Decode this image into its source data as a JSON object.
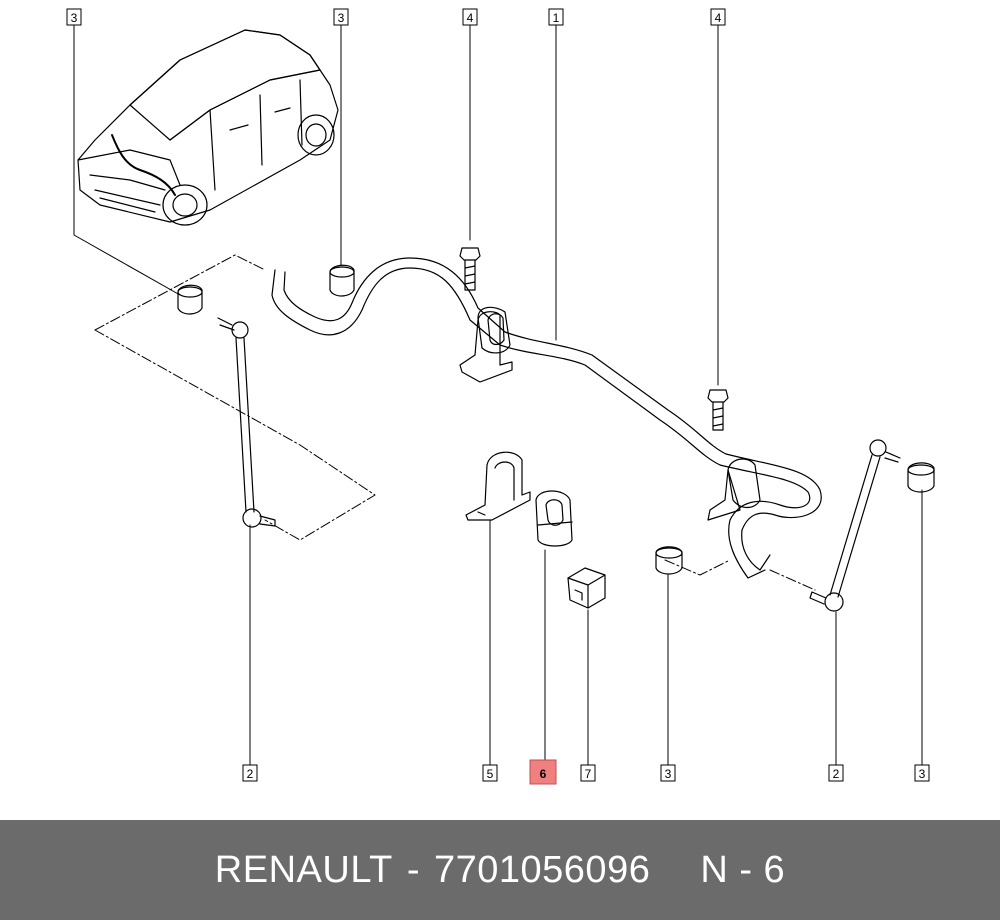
{
  "callouts": {
    "top_left_3": "3",
    "top_mid_3": "3",
    "top_4a": "4",
    "top_1": "1",
    "top_4b": "4",
    "bottom_2a": "2",
    "bottom_5": "5",
    "bottom_6": "6",
    "bottom_7": "7",
    "bottom_3a": "3",
    "bottom_2b": "2",
    "bottom_3b": "3"
  },
  "highlight_color": "#f08080",
  "footer": {
    "brand": "RENAULT",
    "separator": "-",
    "part_number": "7701056096",
    "position": "N - 6"
  },
  "footer_background": "#6b6b6b"
}
